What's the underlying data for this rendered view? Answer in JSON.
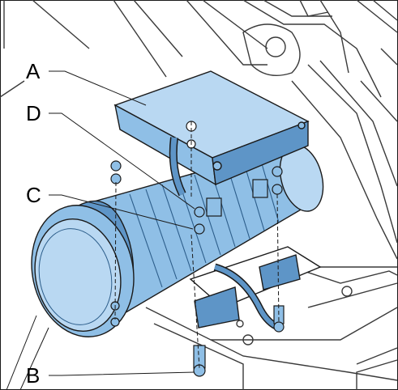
{
  "figure": {
    "subject": "motor-assembly-illustration",
    "colors": {
      "motor_fill": "#8fbfe6",
      "motor_fill_light": "#b9d8f2",
      "motor_fill_dark": "#5e95c7",
      "outline": "#1a1a1a",
      "background": "#ffffff",
      "machine_lines": "#3a3a3a"
    },
    "callouts": {
      "a": "A",
      "b": "B",
      "c": "C",
      "d": "D"
    }
  }
}
